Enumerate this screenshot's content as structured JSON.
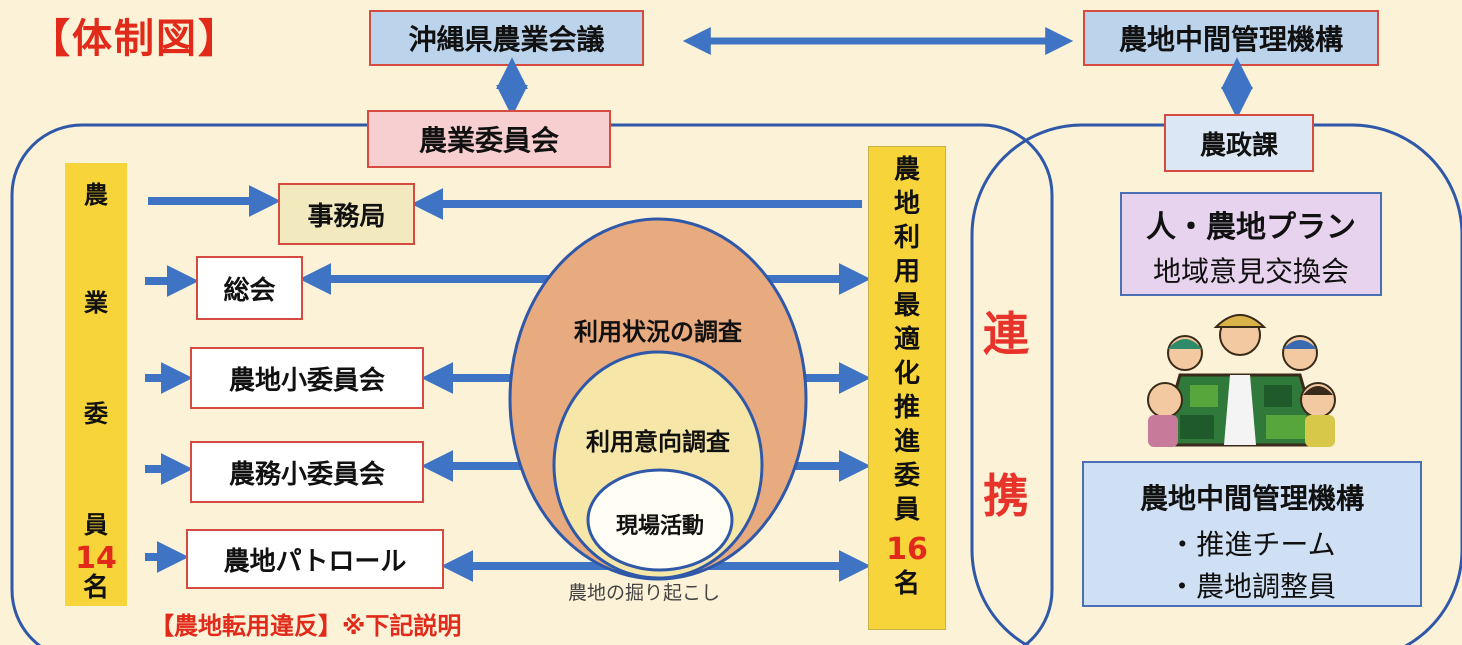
{
  "title": "【体制図】",
  "top": {
    "okinawa_council": "沖縄県農業会議",
    "intermediary_top": "農地中間管理機構",
    "committee": "農業委員会",
    "agri_policy": "農政課"
  },
  "left_column": {
    "chars": [
      "農",
      "業",
      "委",
      "員"
    ],
    "count": "14",
    "unit": "名"
  },
  "right_column": {
    "chars": [
      "農",
      "地",
      "利",
      "用",
      "最",
      "適",
      "化",
      "推",
      "進",
      "委",
      "員"
    ],
    "count": "16",
    "unit": "名"
  },
  "org_boxes": {
    "secretariat": "事務局",
    "general_meeting": "総会",
    "farmland_subcommittee": "農地小委員会",
    "agri_affairs_subcommittee": "農務小委員会",
    "farmland_patrol": "農地パトロール"
  },
  "circles": {
    "outer": "利用状況の調査",
    "middle": "利用意向調査",
    "inner": "現場活動"
  },
  "caption_dig": "農地の掘り起こし",
  "violation_note": "【農地転用違反】※下記説明",
  "renkei": [
    "連",
    "携"
  ],
  "plan_box": {
    "title": "人・農地プラン",
    "subtitle": "地域意見交換会"
  },
  "intermediary_box": {
    "title": "農地中間管理機構",
    "items": [
      "・推進チーム",
      "・農地調整員"
    ]
  },
  "colors": {
    "background": "#fbf2d7",
    "title_red": "#e12a1a",
    "arrow_blue": "#3f74c4",
    "yellow_column": "#f7d43a",
    "outer_circle": "#e8aa7f",
    "middle_circle": "#f6e7a8",
    "renkei_red": "#e8332a"
  },
  "icons": [
    "people-around-map-illustration"
  ]
}
